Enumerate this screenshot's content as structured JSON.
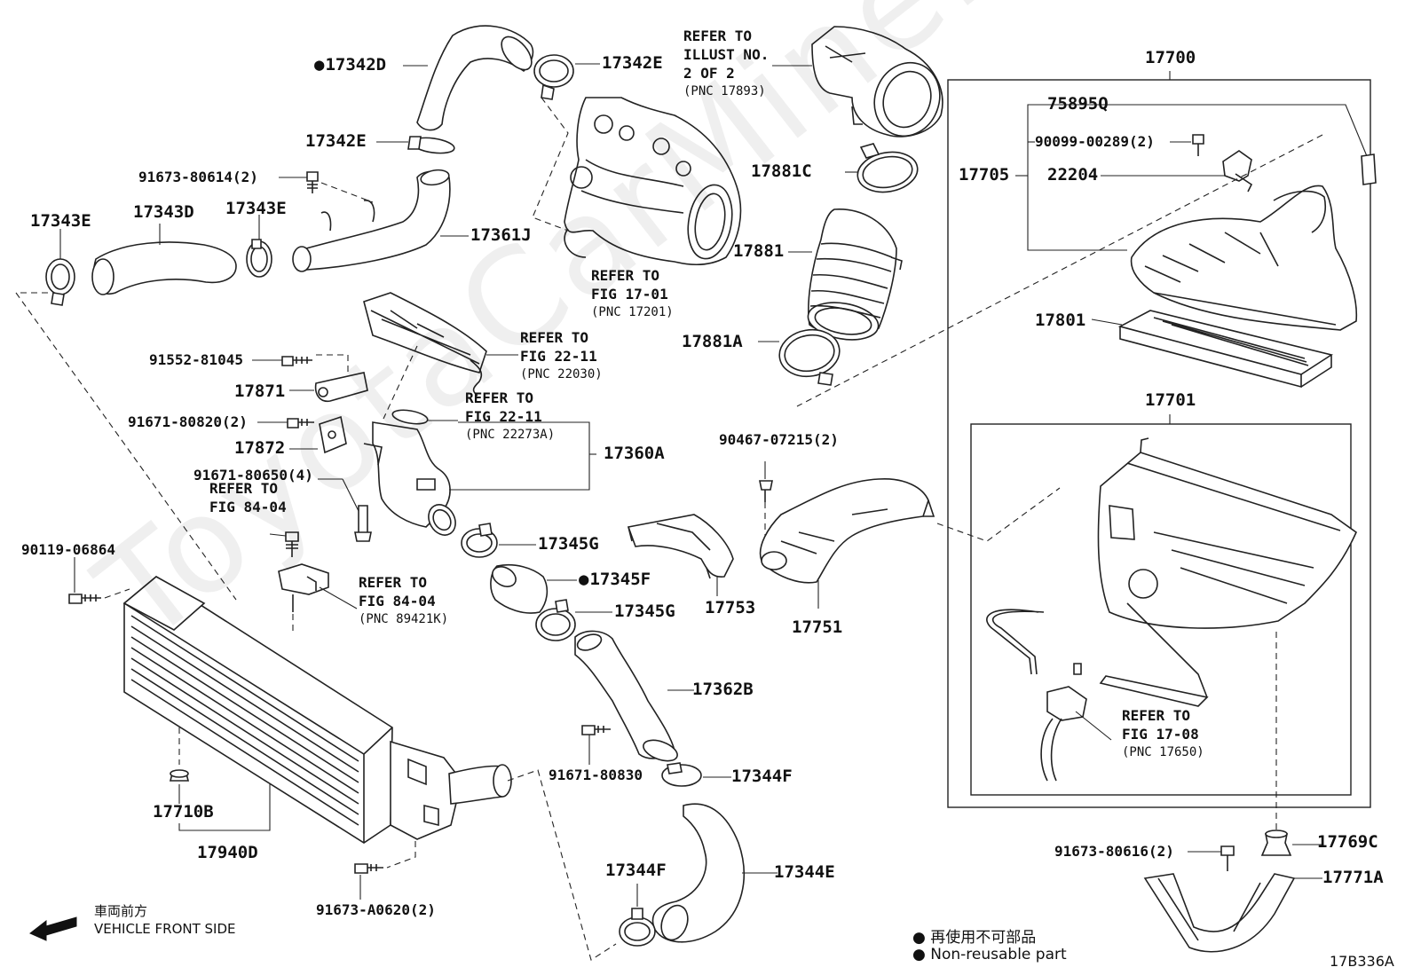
{
  "parts": {
    "p17342D": "17342D",
    "p17342E_top": "17342E",
    "p17342E_mid": "17342E",
    "p91673_80614": "91673-80614(2)",
    "p17343E_left": "17343E",
    "p17343D": "17343D",
    "p17343E_right": "17343E",
    "p17361J": "17361J",
    "p91552_81045": "91552-81045",
    "p17871": "17871",
    "p91671_80820": "91671-80820(2)",
    "p17872": "17872",
    "p91671_80650": "91671-80650(4)",
    "p17360A": "17360A",
    "p17345G_top": "17345G",
    "p17345F": "17345F",
    "p17345G_bot": "17345G",
    "p90119_06864": "90119-06864",
    "p17362B": "17362B",
    "p91671_80830": "91671-80830",
    "p17344F_right": "17344F",
    "p17344F_left": "17344F",
    "p17344E": "17344E",
    "p17710B": "17710B",
    "p17940D": "17940D",
    "p91673_A0620": "91673-A0620(2)",
    "p17881C": "17881C",
    "p17881": "17881",
    "p17881A": "17881A",
    "p90467_07215": "90467-07215(2)",
    "p17753": "17753",
    "p17751": "17751",
    "p17700": "17700",
    "p758950": "75895Q",
    "p90099_00289": "90099-00289(2)",
    "p17705": "17705",
    "p22204": "22204",
    "p17801": "17801",
    "p17701": "17701",
    "p91673_80616": "91673-80616(2)",
    "p17769C": "17769C",
    "p17771A": "17771A"
  },
  "refs": {
    "illust": {
      "l1": "REFER TO",
      "l2": "ILLUST NO.",
      "l3": "2 OF 2",
      "l4": "(PNC 17893)"
    },
    "fig1701": {
      "l1": "REFER TO",
      "l2": "FIG 17-01",
      "l3": "(PNC 17201)"
    },
    "fig2211a": {
      "l1": "REFER TO",
      "l2": "FIG 22-11",
      "l3": "(PNC 22030)"
    },
    "fig2211b": {
      "l1": "REFER TO",
      "l2": "FIG 22-11",
      "l3": "(PNC 22273A)"
    },
    "fig8404a": {
      "l1": "REFER TO",
      "l2": "FIG 84-04"
    },
    "fig8404b": {
      "l1": "REFER TO",
      "l2": "FIG 84-04",
      "l3": "(PNC 89421K)"
    },
    "fig1708": {
      "l1": "REFER TO",
      "l2": "FIG 17-08",
      "l3": "(PNC 17650)"
    }
  },
  "legend": {
    "front_jp": "車両前方",
    "front_en": "VEHICLE FRONT SIDE",
    "nonreuse_jp": "再使用不可部品",
    "nonreuse_en": "Non-reusable part"
  },
  "diagram_id": "17B336A",
  "watermark": "ToyotaCarMine.ru"
}
